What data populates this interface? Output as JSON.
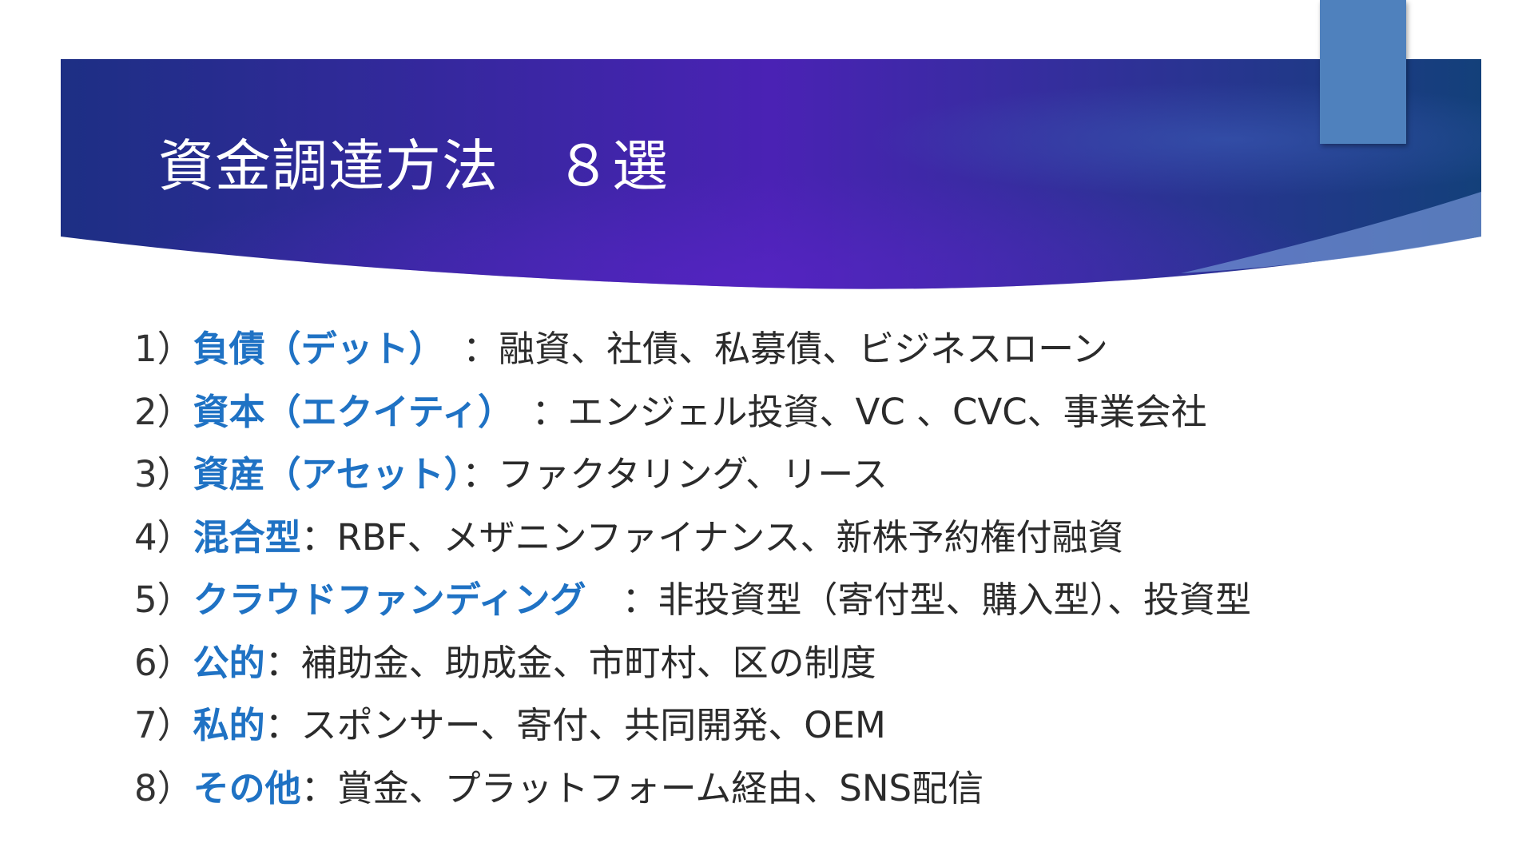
{
  "slide": {
    "title": "資金調達方法　８選",
    "colors": {
      "banner_start": "#1d2f84",
      "banner_mid": "#4a22b4",
      "banner_end": "#13407a",
      "accent_tab": "#4f81bd",
      "label": "#1f72c4",
      "text": "#2b2b2b"
    }
  },
  "items": [
    {
      "num": "1）",
      "label": "負債（デット）",
      "desc": "　：融資、社債、私募債、ビジネスローン"
    },
    {
      "num": "2）",
      "label": "資本（エクイティ）",
      "desc": "　：エンジェル投資、VC 、CVC、事業会社"
    },
    {
      "num": "3）",
      "label": "資産（アセット）",
      "desc": "：ファクタリング、リース"
    },
    {
      "num": "4）",
      "label": "混合型",
      "desc": "：RBF、メザニンファイナンス、新株予約権付融資"
    },
    {
      "num": "5）",
      "label": "クラウドファンディング",
      "desc": "　：非投資型（寄付型、購入型）、投資型"
    },
    {
      "num": "6）",
      "label": "公的",
      "desc": "：補助金、助成金、市町村、区の制度"
    },
    {
      "num": "7）",
      "label": "私的",
      "desc": "：スポンサー、寄付、共同開発、OEM"
    },
    {
      "num": "8）",
      "label": "その他",
      "desc": "：賞金、プラットフォーム経由、SNS配信"
    }
  ]
}
